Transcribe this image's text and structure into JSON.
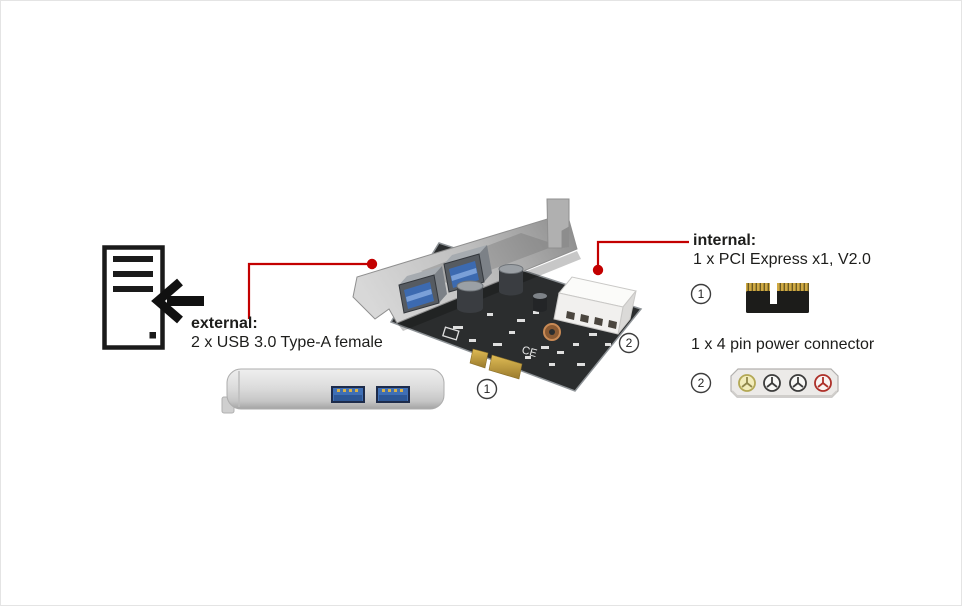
{
  "colors": {
    "accent_red": "#c30000",
    "text": "#1d1d1b",
    "pcb": "#2b2d2e",
    "usb_port_blue": "#3c6ab0",
    "gold": "#c9a23f",
    "bracket_grey": "#c2c2c2"
  },
  "labels": {
    "external": {
      "title": "external:",
      "desc": "2 x USB 3.0 Type-A female"
    },
    "internal": {
      "title": "internal:",
      "desc": "1 x PCI Express x1, V2.0"
    },
    "power": {
      "desc": "1 x 4 pin power connector"
    }
  },
  "callouts": {
    "pcie": "1",
    "power": "2"
  },
  "card": {
    "ce_mark": "CE"
  },
  "icons": {
    "case": "computer-case-icon",
    "insert_arrow": "insert-arrow-icon"
  }
}
